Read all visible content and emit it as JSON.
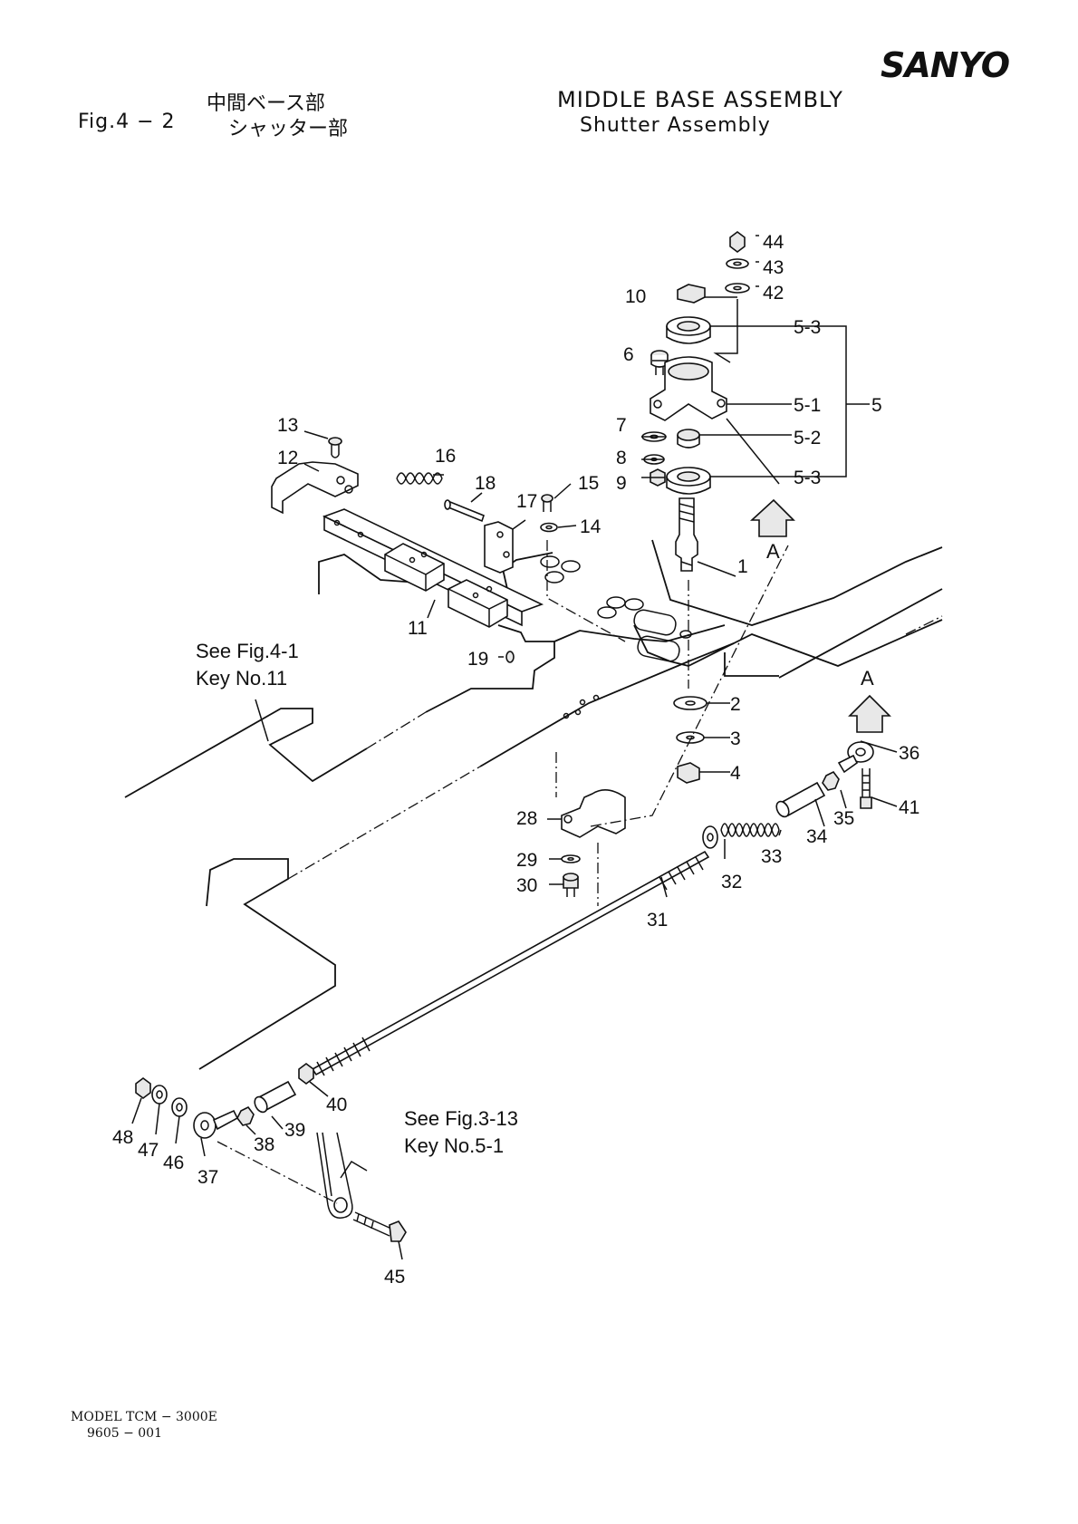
{
  "header": {
    "brand": "SANYO",
    "title_jp": "中間ベース部",
    "fig_label": "Fig.4 − 2",
    "subtitle_jp": "シャッター部",
    "title_en": "MIDDLE  BASE  ASSEMBLY",
    "subtitle_en": "Shutter  Assembly"
  },
  "notes": {
    "see_fig_4_1": "See Fig.4-1",
    "key_no_11": "Key No.11",
    "see_fig_3_13": "See Fig.3-13",
    "key_no_5_1": "Key No.5-1",
    "view_arrow_label": "A"
  },
  "callouts": [
    "44",
    "43",
    "42",
    "10",
    "5-3",
    "6",
    "5-1",
    "5",
    "7",
    "5-2",
    "8",
    "9",
    "5-3",
    "13",
    "12",
    "16",
    "18",
    "17",
    "15",
    "14",
    "1",
    "11",
    "19",
    "2",
    "3",
    "4",
    "36",
    "41",
    "35",
    "34",
    "33",
    "28",
    "29",
    "30",
    "32",
    "31",
    "40",
    "48",
    "47",
    "46",
    "37",
    "38",
    "39",
    "45"
  ],
  "footer": {
    "model": "MODEL  TCM − 3000E",
    "code": "9605 − 001"
  }
}
